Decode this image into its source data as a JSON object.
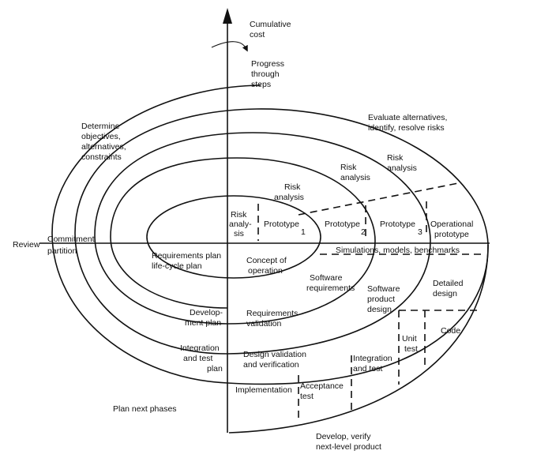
{
  "axis": {
    "cumulative_cost": [
      "Cumulative",
      "cost"
    ],
    "progress": [
      "Progress",
      "through",
      "steps"
    ],
    "review": "Review",
    "commitment": [
      "Commitment",
      "partition"
    ]
  },
  "quadrants": {
    "objectives": [
      "Determine",
      "objectives,",
      "alternatives,",
      "constraints"
    ],
    "evaluate": [
      "Evaluate alternatives,",
      "identify, resolve risks"
    ],
    "plan": "Plan next phases",
    "develop": [
      "Develop, verify",
      "next-level product"
    ]
  },
  "risk_analysis": {
    "inner": [
      "Risk",
      "analy-",
      "sis"
    ],
    "second": [
      "Risk",
      "analysis"
    ],
    "third": [
      "Risk",
      "analysis"
    ],
    "fourth": [
      "Risk",
      "analysis"
    ]
  },
  "prototypes": {
    "p1": [
      "Prototype",
      "1"
    ],
    "p2": [
      "Prototype",
      "2"
    ],
    "p3": [
      "Prototype",
      "3"
    ],
    "operational": [
      "Operational",
      "prototype"
    ]
  },
  "simulations": "Simulations, models, benchmarks",
  "plans": {
    "requirements": [
      "Requirements plan",
      "life-cycle plan"
    ],
    "development": [
      "Develop-",
      "ment plan"
    ],
    "integration": [
      "Integration",
      "and test",
      "plan"
    ]
  },
  "products": {
    "concept": [
      "Concept of",
      "operation"
    ],
    "software_requirements": [
      "Software",
      "requirements"
    ],
    "requirements_validation": [
      "Requirements",
      "validation"
    ],
    "product_design": [
      "Software",
      "product",
      "design"
    ],
    "design_validation": [
      "Design validation",
      "and verification"
    ],
    "detailed_design": [
      "Detailed",
      "design"
    ],
    "code": "Code",
    "unit_test": [
      "Unit",
      "test"
    ],
    "integration_test": [
      "Integration",
      "and test"
    ],
    "acceptance_test": [
      "Acceptance",
      "test"
    ],
    "implementation": "Implementation"
  }
}
